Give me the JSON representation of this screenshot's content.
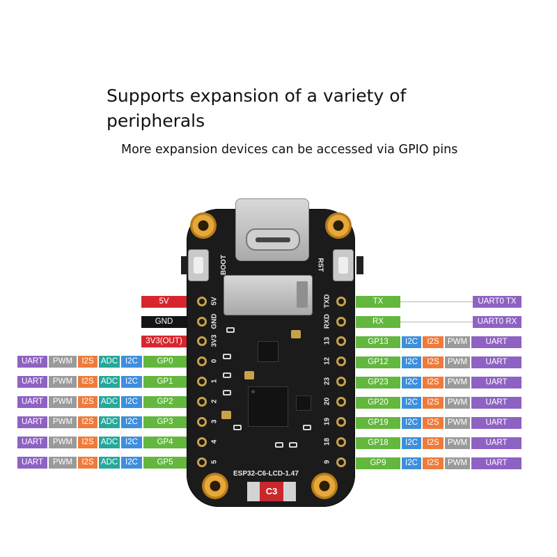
{
  "heading": {
    "title_line1": "Supports expansion of a variety of",
    "title_line2": "peripherals",
    "subtitle": "More expansion devices can be accessed via GPIO pins"
  },
  "left_pins": [
    {
      "tags": [],
      "gp": "5V",
      "kind": "5v"
    },
    {
      "tags": [],
      "gp": "GND",
      "kind": "gnd"
    },
    {
      "tags": [],
      "gp": "3V3(OUT)",
      "kind": "3v3"
    },
    {
      "tags": [
        "UART",
        "PWM",
        "I2S",
        "ADC",
        "I2C"
      ],
      "gp": "GP0",
      "kind": "gp"
    },
    {
      "tags": [
        "UART",
        "PWM",
        "I2S",
        "ADC",
        "I2C"
      ],
      "gp": "GP1",
      "kind": "gp"
    },
    {
      "tags": [
        "UART",
        "PWM",
        "I2S",
        "ADC",
        "I2C"
      ],
      "gp": "GP2",
      "kind": "gp"
    },
    {
      "tags": [
        "UART",
        "PWM",
        "I2S",
        "ADC",
        "I2C"
      ],
      "gp": "GP3",
      "kind": "gp"
    },
    {
      "tags": [
        "UART",
        "PWM",
        "I2S",
        "ADC",
        "I2C"
      ],
      "gp": "GP4",
      "kind": "gp"
    },
    {
      "tags": [
        "UART",
        "PWM",
        "I2S",
        "ADC",
        "I2C"
      ],
      "gp": "GP5",
      "kind": "gp"
    }
  ],
  "right_pins": [
    {
      "gp": "TX",
      "tags": [],
      "func": "UART0 TX"
    },
    {
      "gp": "RX",
      "tags": [],
      "func": "UART0 RX"
    },
    {
      "gp": "GP13",
      "tags": [
        "I2C",
        "I2S",
        "PWM"
      ],
      "func": "UART"
    },
    {
      "gp": "GP12",
      "tags": [
        "I2C",
        "I2S",
        "PWM"
      ],
      "func": "UART"
    },
    {
      "gp": "GP23",
      "tags": [
        "I2C",
        "I2S",
        "PWM"
      ],
      "func": "UART"
    },
    {
      "gp": "GP20",
      "tags": [
        "I2C",
        "I2S",
        "PWM"
      ],
      "func": "UART"
    },
    {
      "gp": "GP19",
      "tags": [
        "I2C",
        "I2S",
        "PWM"
      ],
      "func": "UART"
    },
    {
      "gp": "GP18",
      "tags": [
        "I2C",
        "I2S",
        "PWM"
      ],
      "func": "UART"
    },
    {
      "gp": "GP9",
      "tags": [
        "I2C",
        "I2S",
        "PWM"
      ],
      "func": "UART"
    }
  ],
  "board": {
    "name": "ESP32-C6-LCD-1.47",
    "boot_label": "BOOT",
    "rst_label": "RST",
    "badge": "C3",
    "left_silk": [
      "5V",
      "GND",
      "3V3",
      "0",
      "1",
      "2",
      "3",
      "4",
      "5"
    ],
    "right_silk": [
      "TXD",
      "RXD",
      "13",
      "12",
      "23",
      "20",
      "19",
      "18",
      "9"
    ]
  },
  "colors": {
    "uart": "#8e62c3",
    "pwm": "#9a9a9a",
    "i2s": "#ef7b3b",
    "adc": "#26a79b",
    "i2c": "#3d8fdd",
    "gp": "#63b73e",
    "power": "#d7262e",
    "ground": "#141414"
  }
}
